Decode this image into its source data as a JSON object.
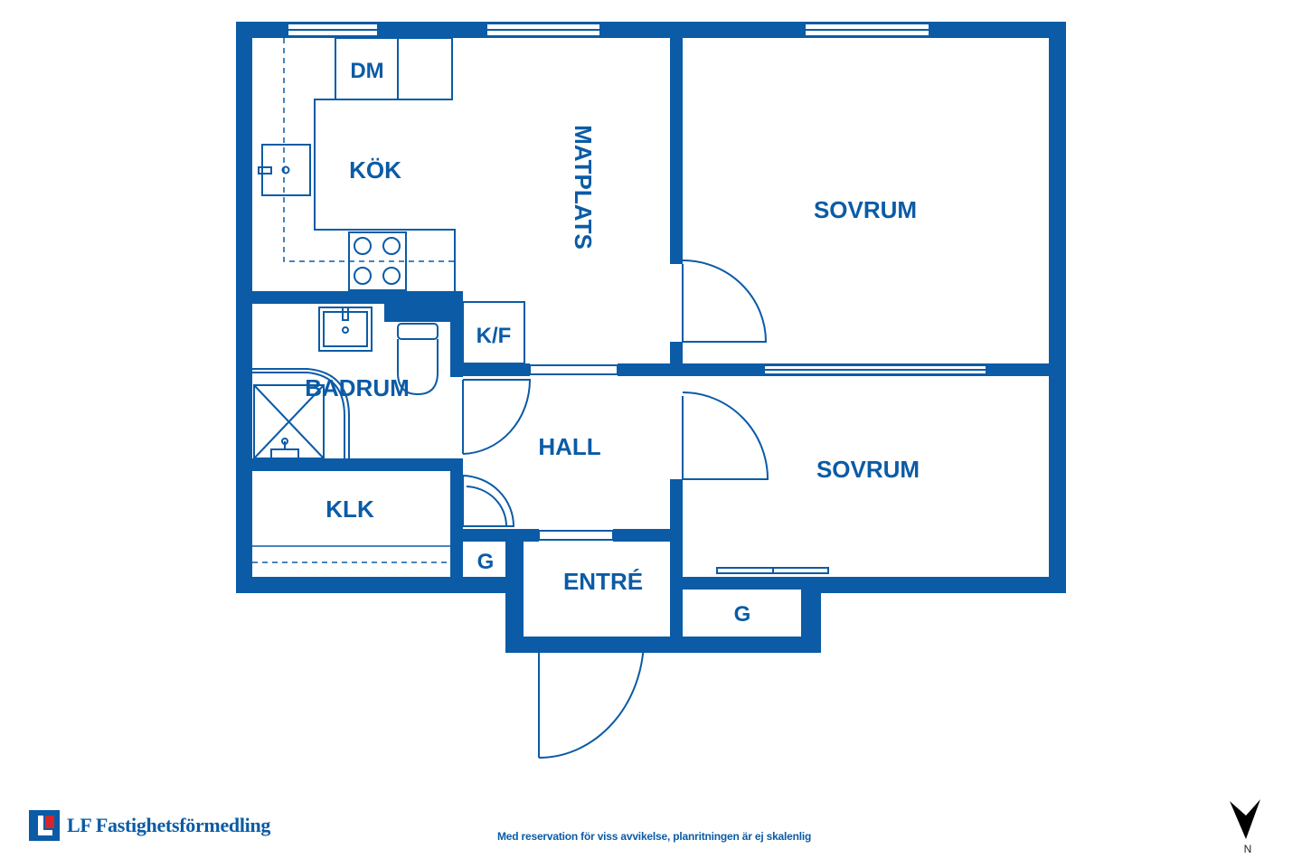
{
  "colors": {
    "wall": "#0b5ba6",
    "line": "#0b5ba6",
    "background": "#ffffff"
  },
  "rooms": {
    "dm": "DM",
    "kok": "KÖK",
    "matplats": "MATPLATS",
    "sovrum_1": "SOVRUM",
    "sovrum_2": "SOVRUM",
    "kf": "K/F",
    "badrum": "BADRUM",
    "hall": "HALL",
    "klk": "KLK",
    "g_1": "G",
    "g_2": "G",
    "entre": "ENTRÉ"
  },
  "footer": {
    "brand": "LF Fastighetsförmedling",
    "disclaimer": "Med reservation för viss avvikelse, planritningen är ej skalenlig",
    "north": "N"
  },
  "icons": {
    "logo": "lf-logo-icon",
    "north_arrow": "north-arrow-icon"
  }
}
